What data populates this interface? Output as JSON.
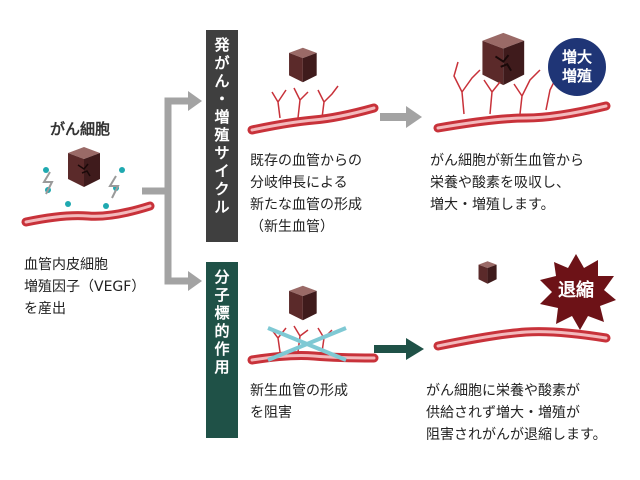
{
  "left": {
    "cell_label": "がん細胞",
    "caption_lines": [
      "血管内皮細胞",
      "増殖因子（VEGF）",
      "を産出"
    ]
  },
  "top": {
    "banner_chars": [
      "発",
      "が",
      "ん",
      "・",
      "増",
      "殖",
      "サ",
      "イ",
      "ク",
      "ル"
    ],
    "step1_lines": [
      "既存の血管からの",
      "分岐伸長による",
      "新たな血管の形成",
      "（新生血管）"
    ],
    "badge_lines": [
      "増大",
      "増殖"
    ],
    "step2_lines": [
      "がん細胞が新生血管から",
      "栄養や酸素を吸収し、",
      "増大・増殖します。"
    ]
  },
  "bottom": {
    "banner_chars": [
      "分",
      "子",
      "標",
      "的",
      "作",
      "用"
    ],
    "step1_lines": [
      "新生血管の形成",
      "を阻害"
    ],
    "badge": "退縮",
    "step2_lines": [
      "がん細胞に栄養や酸素が",
      "供給されず増大・増殖が",
      "阻害されがんが退縮します。"
    ]
  },
  "colors": {
    "top_banner": "#3f3f3f",
    "bottom_banner": "#1f5147",
    "vessel": "#c8323a",
    "arrow_gray": "#a3a3a3",
    "arrow_green": "#1f5147",
    "badge_blue": "#1f3576",
    "badge_burst": "#6d1217"
  },
  "icons": [
    "cancer-cell-cube-icon",
    "vegf-dots-icon",
    "lightning-icon",
    "capillary-branches-icon",
    "blocked-cross-icon"
  ]
}
